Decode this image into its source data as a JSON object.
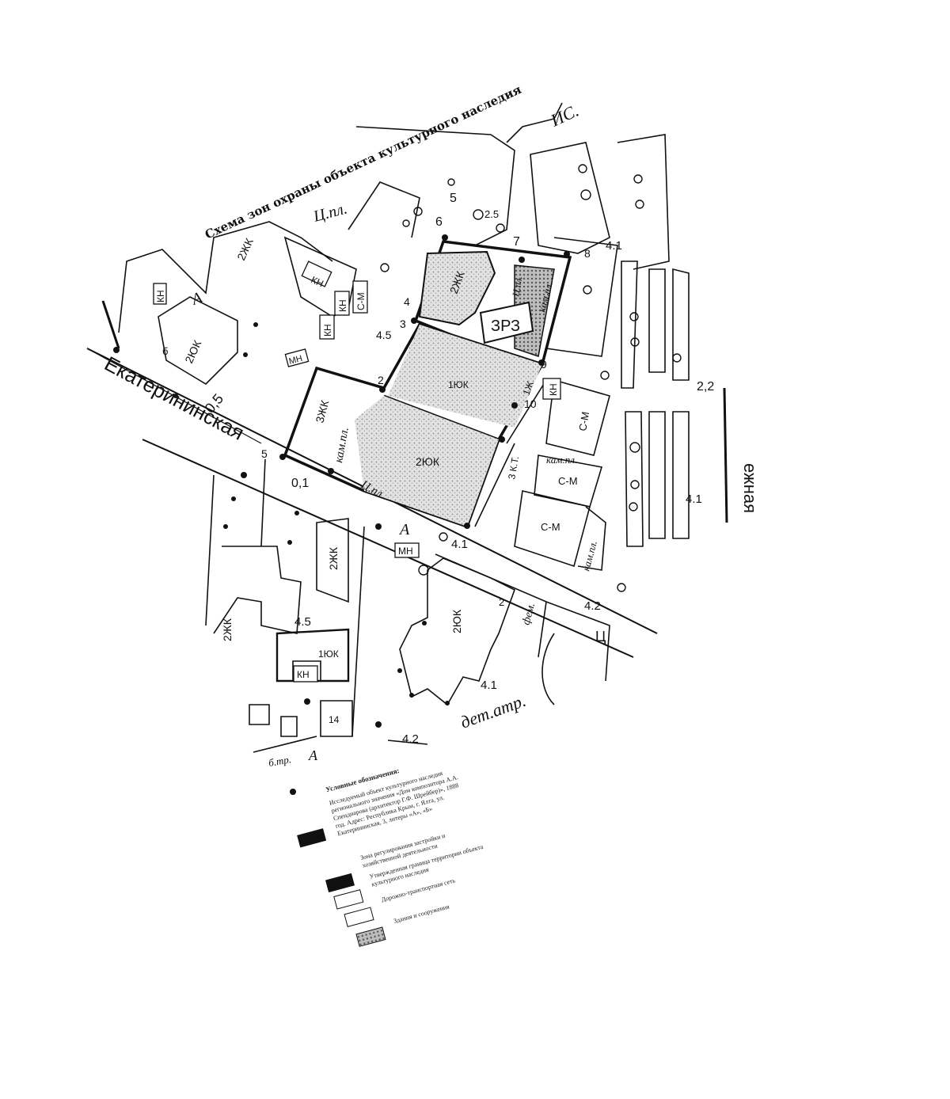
{
  "map": {
    "title": "Схема зон охраны объекта культурного наследия",
    "street_name": "Екатерининская",
    "street_partial_right": "ежная",
    "top_partial": "ИС.",
    "labels": {
      "zone": "ЗРЗ",
      "bld_2jk_left": "2ЖК",
      "bld_2jk_mid": "2ЖК",
      "bld_2jk_lower": "2ЖК",
      "bld_2jk_bl": "2ЖК",
      "bld_3jk": "3ЖК",
      "bld_2uk_main": "2ЮК",
      "bld_1uk_upper": "1ЮК",
      "bld_2uk_left": "2ЮК",
      "bld_2uk_bottom": "2ЮК",
      "bld_1uk_small": "1ЮК",
      "bld_1uk_tr": "1Ж",
      "bld_3k": "3 К.Т.",
      "kn1": "КН",
      "kn2": "КН",
      "kn3": "КН",
      "kn4": "КН",
      "kn5": "КН",
      "kn6": "КН",
      "sm1": "С-М",
      "sm2": "С-М",
      "sm3": "С-М",
      "sm4": "С-М",
      "mn1": "МН",
      "mn2": "МН",
      "num14": "14",
      "kam_pl_1": "кам.пл.",
      "kam_pl_2": "кам.пл.",
      "kam_pl_3": "кам.пл.",
      "kam_pl_4": "кам.пл.",
      "c_pl_1": "Ц.пл.",
      "c_pl_2": "Ц.пл.",
      "c_pl_3": "Ц.пл.",
      "fem": "фем.",
      "det_atr": "дет.атр.",
      "b_tr": "б.тр.",
      "a1": "А",
      "a2": "А",
      "a3": "А",
      "c1": "Ц",
      "n5_upper": "5",
      "n6": "6",
      "n7": "7",
      "n8": "8",
      "n9": "9",
      "n10": "10",
      "n4": "4",
      "n3": "3",
      "n2": "2",
      "n5": "5",
      "n05": "0,5",
      "n01": "0,1",
      "n41_a": "4.1",
      "n41_b": "4.1",
      "n41_c": "4.1",
      "n41_d": "4.1",
      "n42_a": "4.2",
      "n42_b": "4.2",
      "n45_a": "4.5",
      "n45_b": "4.5",
      "n22": "2,2",
      "n6_small": "б",
      "n2_small": "2",
      "n2p5": "2.5"
    }
  },
  "legend": {
    "heading": "Условные обозначения:",
    "items": [
      {
        "label": "Исследуемый объект культурного наследия регионального значения «Дом композитора А.А. Спендиарова (архитектор Г.Ф. Шрейбер)», 1888 год. Адрес: Республика Крым, г. Ялта, ул. Екатерининская, 3, литеры «А», «Б»",
        "swatch": "#111111"
      },
      {
        "label": "Зона регулирования застройки и хозяйственной деятельности",
        "swatch": "#111111"
      },
      {
        "label": "Утвержденная граница территории объекта культурного наследия",
        "swatch": "#ffffff"
      },
      {
        "label": "Дорожно-транспортная сеть",
        "swatch": "#ffffff"
      },
      {
        "label": "Здания и сооружения",
        "swatch": "#555555"
      }
    ]
  }
}
